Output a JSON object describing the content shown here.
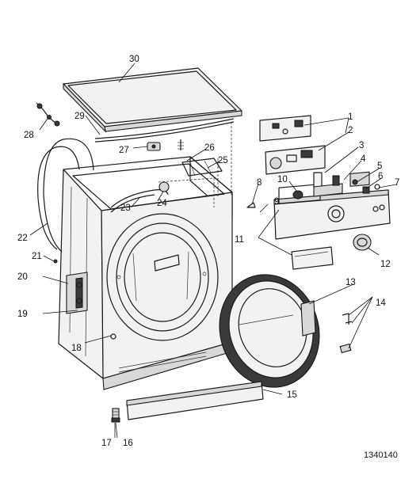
{
  "callouts": {
    "c1": "1",
    "c2": "2",
    "c3": "3",
    "c4": "4",
    "c5": "5",
    "c6": "6",
    "c7": "7",
    "c8": "8",
    "c9": "9",
    "c10": "10",
    "c11": "11",
    "c12": "12",
    "c13": "13",
    "c14": "14",
    "c15": "15",
    "c16": "16",
    "c17": "17",
    "c18": "18",
    "c19": "19",
    "c20": "20",
    "c21": "21",
    "c22": "22",
    "c23": "23",
    "c24": "24",
    "c25": "25",
    "c26": "26",
    "c27": "27",
    "c28": "28",
    "c29": "29",
    "c30": "30"
  },
  "reference_number": "1340140"
}
